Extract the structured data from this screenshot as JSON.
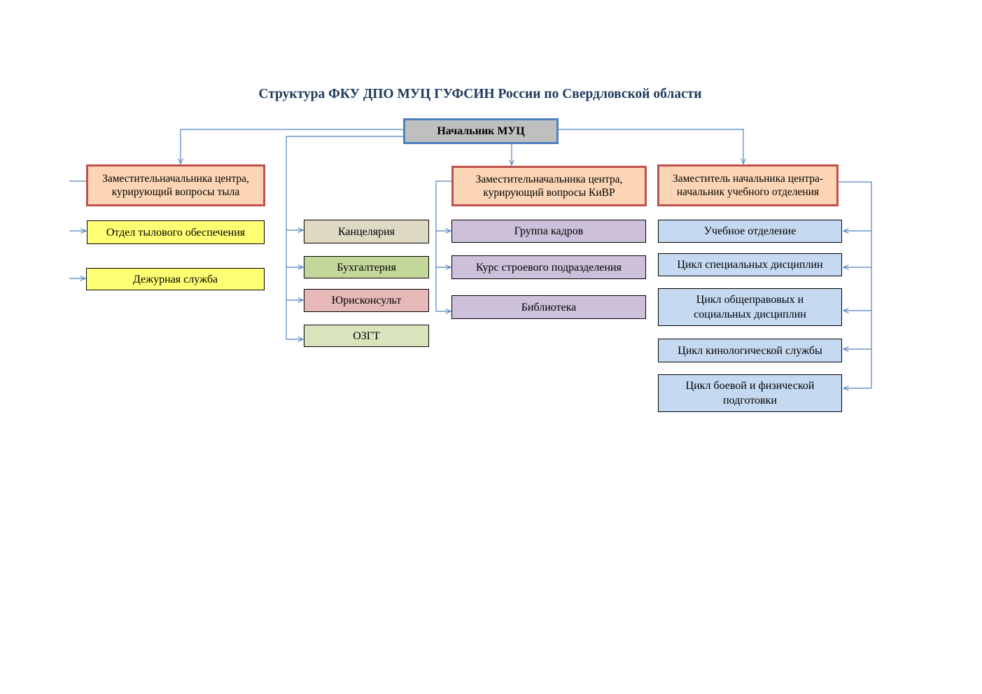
{
  "title": "Структура  ФКУ ДПО МУЦ ГУФСИН России по Свердловской области",
  "head": "Начальник МУЦ",
  "deputies": [
    {
      "line1": "Заместительначальника центра,",
      "line2": "курирующий вопросы тыла"
    },
    {
      "line1": "Заместительначальника центра,",
      "line2": "курирующий вопросы КиВР"
    },
    {
      "line1": "Заместитель начальника центра-",
      "line2": "начальник учебного отделения"
    }
  ],
  "logistics_units": [
    "Отдел тылового обеспечения",
    "Дежурная служба"
  ],
  "head_units": [
    "Канцелярия",
    "Бухгалтерия",
    "Юрисконсульт",
    "ОЗГТ"
  ],
  "personnel_units": [
    "Группа кадров",
    "Курс строевого подразделения",
    "Библиотека"
  ],
  "study_units": [
    {
      "line1": "Учебное отделение",
      "line2": ""
    },
    {
      "line1": "Цикл специальных дисциплин",
      "line2": ""
    },
    {
      "line1": "Цикл общеправовых и",
      "line2": "социальных дисциплин"
    },
    {
      "line1": "Цикл кинологической службы",
      "line2": ""
    },
    {
      "line1": "Цикл боевой и физической",
      "line2": "подготовки"
    }
  ],
  "colors": {
    "connector": "#4f81bd",
    "head_fill": "#bfbfbf",
    "deputy_fill": "#fbd5b5",
    "deputy_border": "#c0504d",
    "logistics_fill": "#ffff73",
    "office_fill": "#ddd9c3",
    "accounting_fill": "#c4d79b",
    "legal_fill": "#e6b8b7",
    "ozgt_fill": "#d8e4bc",
    "personnel_fill": "#ccc0da",
    "study_fill": "#c5d9f1",
    "title_color": "#1f3a5a"
  }
}
